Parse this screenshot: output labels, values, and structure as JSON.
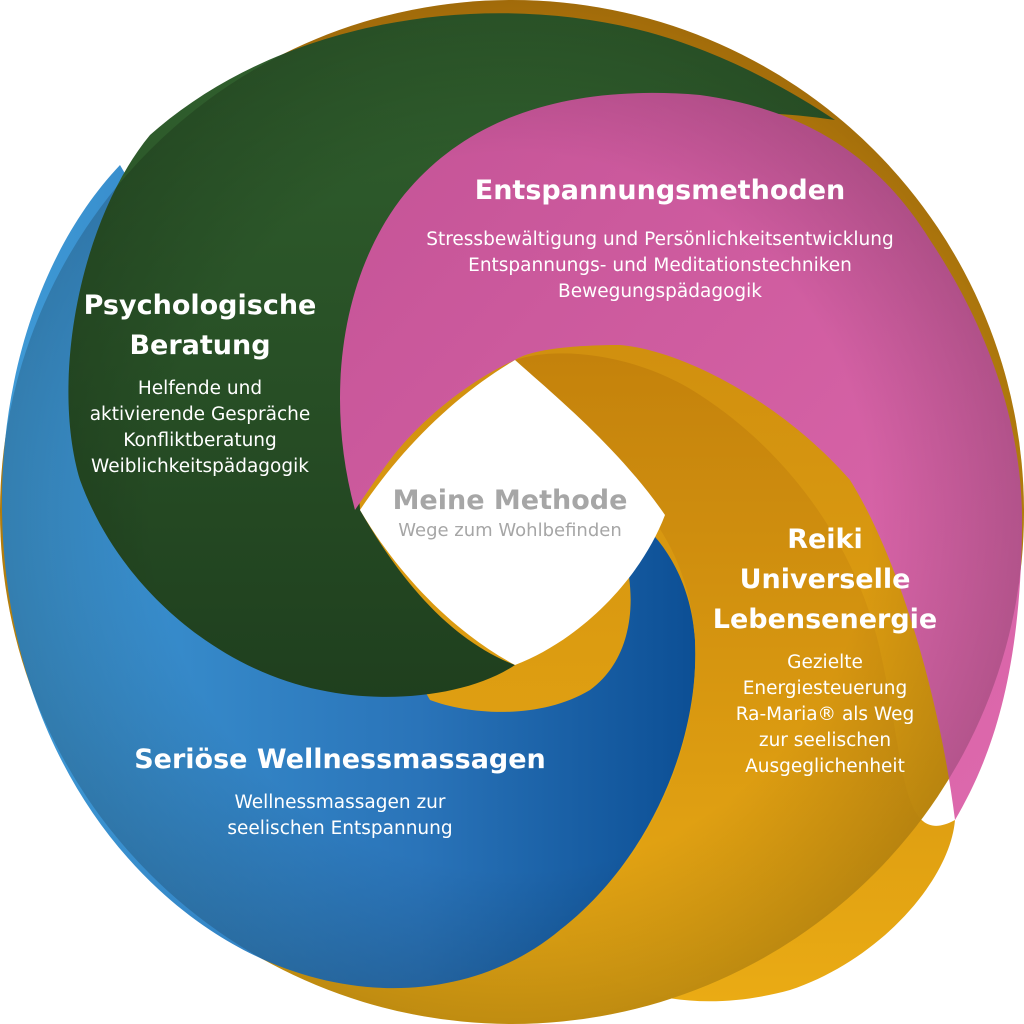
{
  "colors": {
    "dark_green": "#2d5a2a",
    "pink": "#d15ea1",
    "orange": "#e5a311",
    "blue": "#2a7bbf",
    "center_text": "#a6a6a6"
  },
  "segments": [
    {
      "id": "psychological",
      "color": "dark_green",
      "title_lines": [
        "Psychologische",
        "Beratung"
      ],
      "items": [
        "Helfende und",
        "aktivierende Gespräche",
        "Konfliktberatung",
        "Weiblichkeitspädagogik"
      ]
    },
    {
      "id": "relaxation",
      "color": "pink",
      "title_lines": [
        "Entspannungsmethoden"
      ],
      "items": [
        "Stressbewältigung und Persönlichkeitsentwicklung",
        "Entspannungs- und Meditationstechniken",
        "Bewegungspädagogik"
      ]
    },
    {
      "id": "reiki",
      "color": "orange",
      "title_lines": [
        "Reiki",
        "Universelle",
        "Lebensenergie"
      ],
      "items": [
        "Gezielte",
        "Energiesteuerung",
        "Ra-Maria® als Weg",
        "zur seelischen",
        "Ausgeglichenheit"
      ]
    },
    {
      "id": "wellness",
      "color": "blue",
      "title_lines": [
        "Seriöse Wellnessmassagen"
      ],
      "items": [
        "Wellnessmassagen zur",
        "seelischen Entspannung"
      ]
    }
  ],
  "center": {
    "title": "Meine Methode",
    "subtitle": "Wege zum Wohlbefinden"
  }
}
